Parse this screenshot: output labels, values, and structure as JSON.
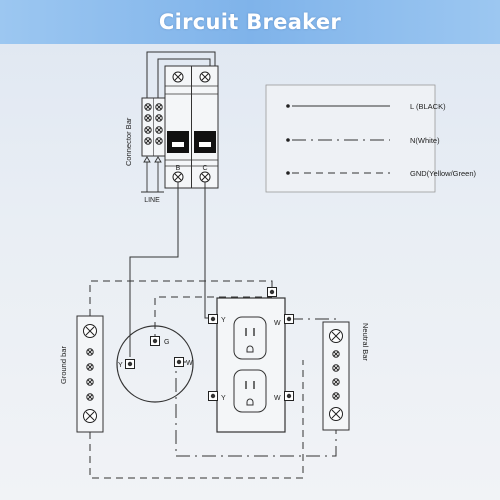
{
  "title": "Circuit Breaker",
  "breaker": {
    "connector_bar_label": "Connector Bar",
    "line_label": "LINE",
    "terminal_b": "B",
    "terminal_c": "C"
  },
  "legend": {
    "items": [
      {
        "label": "L (BLACK)",
        "style": "solid"
      },
      {
        "label": "N(White)",
        "style": "dash-dot"
      },
      {
        "label": "GND(Yellow/Green)",
        "style": "dashed"
      }
    ]
  },
  "ground_bar": {
    "label": "Ground bar"
  },
  "neutral_bar": {
    "label": "Neutral Bar"
  },
  "round_outlet": {
    "y": "Y",
    "g": "G",
    "w": "W"
  },
  "duplex_outlet": {
    "y_top": "Y",
    "w_top": "W",
    "y_bottom": "Y",
    "w_bottom": "W"
  },
  "colors": {
    "line": "#333333",
    "banner": "#8fbef0"
  }
}
